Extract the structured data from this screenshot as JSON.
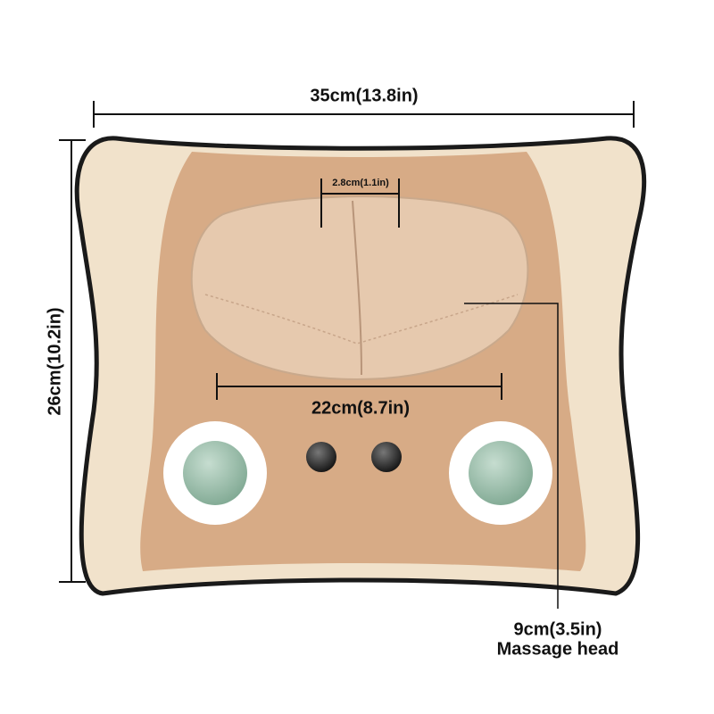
{
  "dimensions": {
    "width": "35cm(13.8in)",
    "height": "26cm(10.2in)",
    "gap": "2.8cm(1.1in)",
    "cushion_width": "22cm(8.7in)",
    "massage_head_size": "9cm(3.5in)",
    "massage_head_label": "Massage head"
  },
  "colors": {
    "outline": "#1a1a1a",
    "cream": "#f1e2cb",
    "tan": "#d7ab86",
    "cushion": "#e6c9ae",
    "node_green": "#8fb7a0"
  }
}
